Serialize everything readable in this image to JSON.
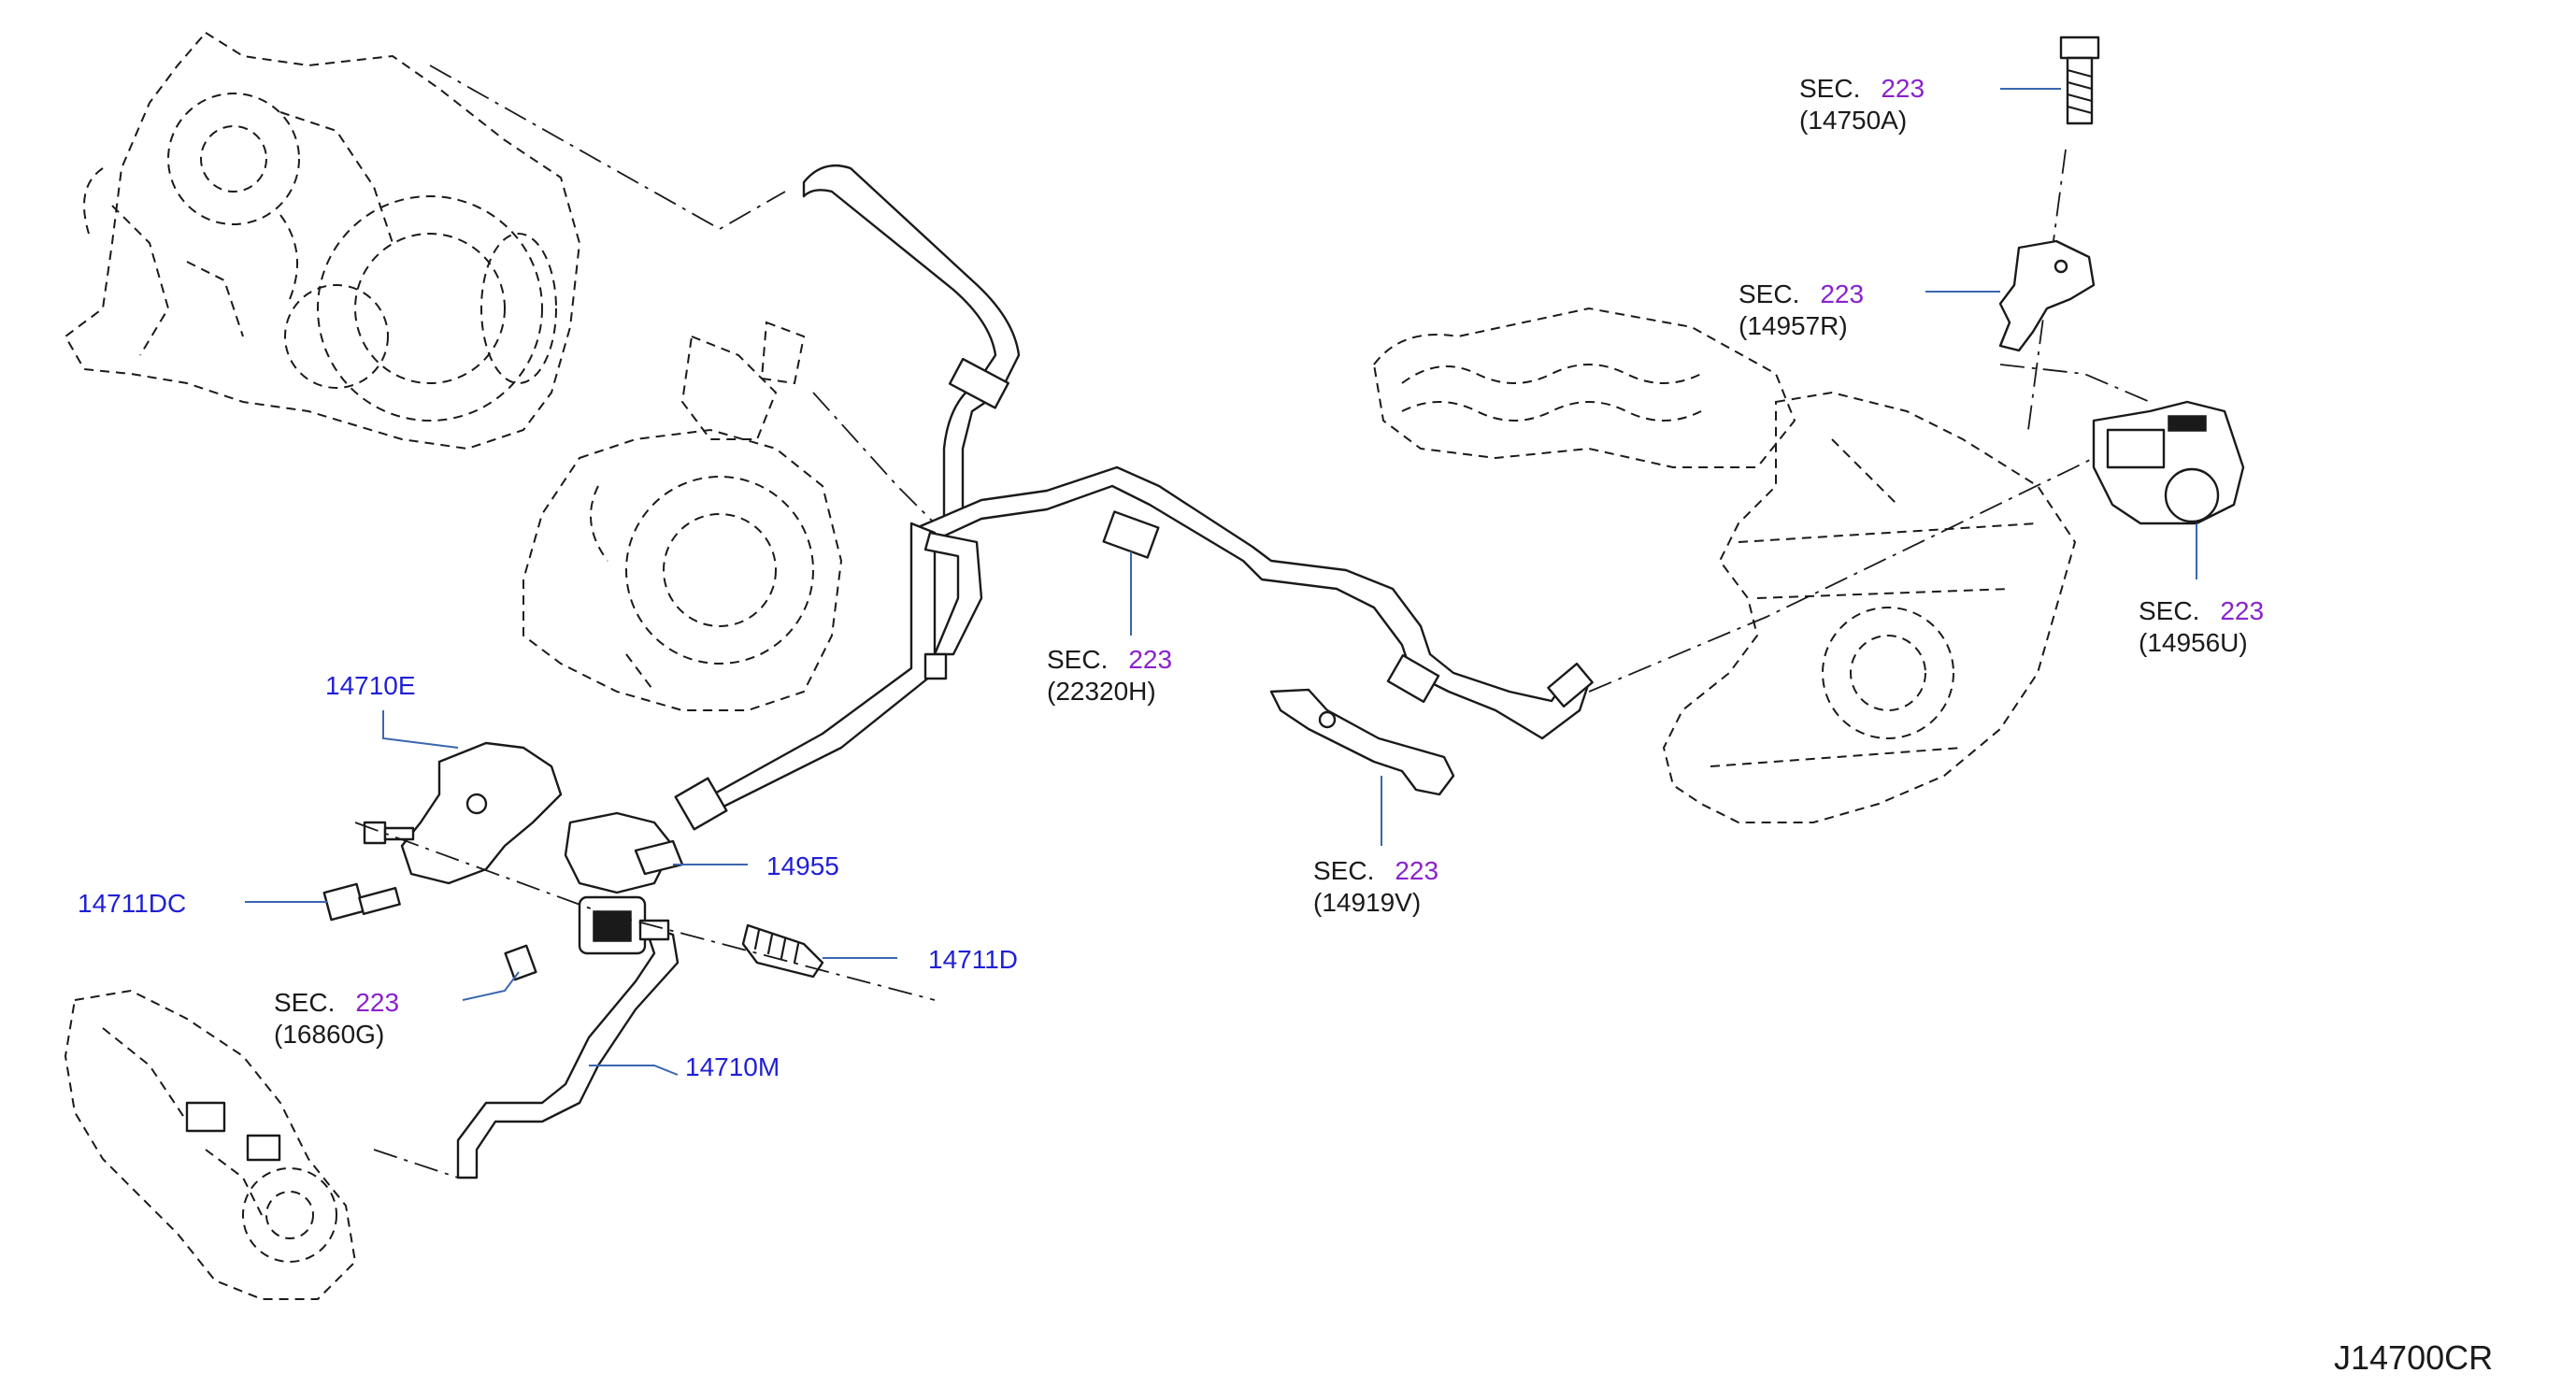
{
  "diagram_code": "J14700CR",
  "parts": {
    "p14710E": "14710E",
    "p14711DC": "14711DC",
    "p14955": "14955",
    "p14711D": "14711D",
    "p14710M": "14710M"
  },
  "sections": {
    "sec_14750A": {
      "word": "SEC.",
      "num": "223",
      "code": "(14750A)"
    },
    "sec_14957R": {
      "word": "SEC.",
      "num": "223",
      "code": "(14957R)"
    },
    "sec_14956U": {
      "word": "SEC.",
      "num": "223",
      "code": "(14956U)"
    },
    "sec_22320H": {
      "word": "SEC.",
      "num": "223",
      "code": "(22320H)"
    },
    "sec_14919V": {
      "word": "SEC.",
      "num": "223",
      "code": "(14919V)"
    },
    "sec_16860G": {
      "word": "SEC.",
      "num": "223",
      "code": "(16860G)"
    }
  },
  "colors": {
    "part_number": "#1f1fd6",
    "section_number": "#8a22cc",
    "leader_line": "#3a66b0",
    "line_art": "#1a1a1a"
  }
}
